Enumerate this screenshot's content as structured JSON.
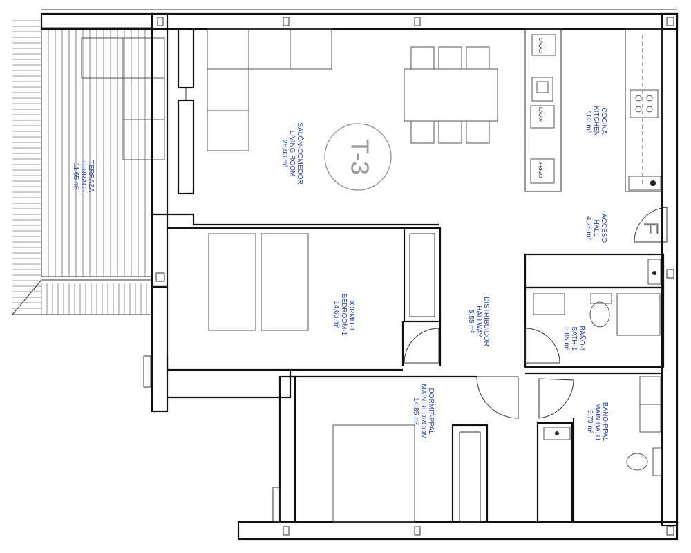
{
  "unit_tag": "T-3",
  "entrance_mark": "F",
  "rooms": [
    {
      "id": "terraza",
      "lines": [
        "TERRAZA",
        "TERRACE",
        "11,65 m²"
      ]
    },
    {
      "id": "salon",
      "lines": [
        "SALÓN-COMEDOR",
        "LIVING ROOM",
        "25,03 m²"
      ]
    },
    {
      "id": "cocina",
      "lines": [
        "COCINA",
        "KITCHEN",
        "7,83 m²"
      ]
    },
    {
      "id": "acceso",
      "lines": [
        "ACCESO",
        "HALL",
        "4,75 m²"
      ]
    },
    {
      "id": "dormit1",
      "lines": [
        "DORMIT-1",
        "BEDROOM-1",
        "14,63 m²"
      ]
    },
    {
      "id": "distribuidor",
      "lines": [
        "DISTRIBUIDOR",
        "HALLWAY",
        "5,55 m²"
      ]
    },
    {
      "id": "bano1",
      "lines": [
        "BAÑO-1",
        "BATH-1",
        "3,85 m²"
      ]
    },
    {
      "id": "dormitppal",
      "lines": [
        "DORMIT-PPAL",
        "MAIN BEDROOM",
        "14,85 m²"
      ]
    },
    {
      "id": "banoppal",
      "lines": [
        "BAÑO-PPAL",
        "MAIN BATH",
        "5,70 m²"
      ]
    }
  ],
  "fixtures": {
    "washer": "LAVAD",
    "dishwasher": "LAVAV",
    "fridge": "FRIGO"
  },
  "colors": {
    "label": "#1f3fd0",
    "wall": "#111111",
    "line": "#333333"
  }
}
